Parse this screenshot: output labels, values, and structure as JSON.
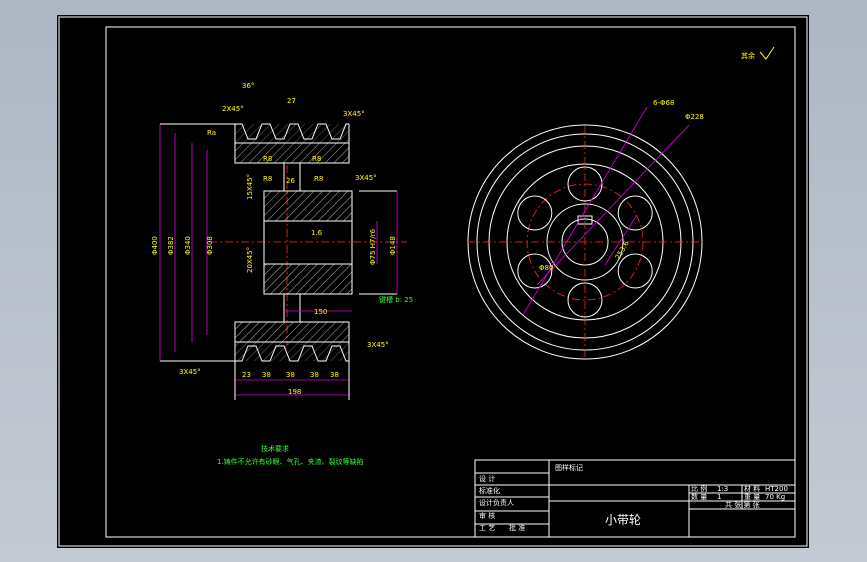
{
  "title_block": {
    "part_name": "小带轮",
    "revision_header": "图样标记",
    "left_rows": [
      "设 计",
      "标准化",
      "设计负责人",
      "审 核",
      "工 艺",
      "批 准"
    ],
    "scale_label": "比 例",
    "scale_value": "1:3",
    "material_label": "材 料",
    "material_value": "HT200",
    "quantity_label": "数 量",
    "quantity_value": "1",
    "weight_label": "重 量",
    "weight_value": "70 Kg",
    "sheet_label": "共  张  第  张"
  },
  "tech_notes": {
    "heading": "技术要求",
    "line1": "1.铸件不允许有砂眼、气孔、夹渣、裂纹等缺陷"
  },
  "roughness_note": "其余",
  "front_view": {
    "dia_400": "Φ400",
    "dia_382": "Φ382",
    "dia_340": "Φ340",
    "dia_308": "Φ308",
    "dia_148": "Φ148",
    "dia_75": "Φ75 H7/r6",
    "groove_angle": "36°",
    "groove_width": "27",
    "r8_a": "R8",
    "r8_b": "R8",
    "r8_c": "R8",
    "r8_d": "R8",
    "dim_26": "26",
    "ch_15": "15X45°",
    "ch_20": "20X45°",
    "ch_3a": "3X45°",
    "ch_3b": "3X45°",
    "ch_3c": "3X45°",
    "ch_2": "2X45°",
    "ra_a": "Ra",
    "dim_150": "150",
    "key": "键槽 b: 25",
    "rough_16": "1.6",
    "bottom_dims": [
      "23",
      "38",
      "38",
      "38",
      "38"
    ],
    "total": "198"
  },
  "side_view": {
    "holes": "6-Φ68",
    "dia_228": "Φ228",
    "dia_253": "253.6",
    "dia_80": "Φ80"
  }
}
